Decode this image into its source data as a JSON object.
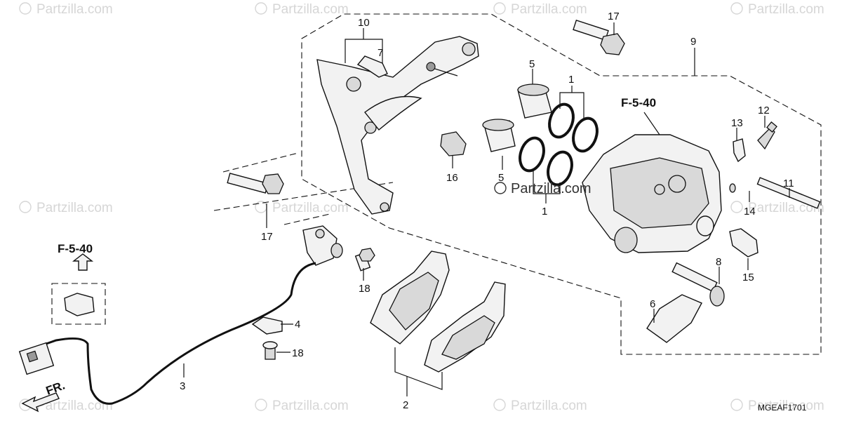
{
  "diagram": {
    "code": "MGEAF1701",
    "front_label": "FR.",
    "ref_label_top": "F-5-40",
    "ref_label_left": "F-5-40",
    "watermark_center": "Partzilla.com",
    "watermark_repeat": "Partzilla.com",
    "callouts": [
      {
        "id": "c17a",
        "label": "17"
      },
      {
        "id": "c10",
        "label": "10"
      },
      {
        "id": "c7",
        "label": "7"
      },
      {
        "id": "c9",
        "label": "9"
      },
      {
        "id": "c5a",
        "label": "5"
      },
      {
        "id": "c1a",
        "label": "1"
      },
      {
        "id": "c13",
        "label": "13"
      },
      {
        "id": "c12",
        "label": "12"
      },
      {
        "id": "c16",
        "label": "16"
      },
      {
        "id": "c5b",
        "label": "5"
      },
      {
        "id": "c1b",
        "label": "1"
      },
      {
        "id": "c11",
        "label": "11"
      },
      {
        "id": "c14",
        "label": "14"
      },
      {
        "id": "c17b",
        "label": "17"
      },
      {
        "id": "c15",
        "label": "15"
      },
      {
        "id": "c8",
        "label": "8"
      },
      {
        "id": "c18a",
        "label": "18"
      },
      {
        "id": "c6",
        "label": "6"
      },
      {
        "id": "c4",
        "label": "4"
      },
      {
        "id": "c18b",
        "label": "18"
      },
      {
        "id": "c3",
        "label": "3"
      },
      {
        "id": "c2",
        "label": "2"
      }
    ]
  }
}
